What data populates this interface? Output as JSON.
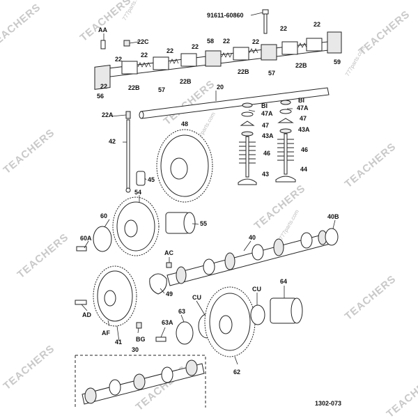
{
  "header_part_number": "91611-60860",
  "diagram_code": "1302-073",
  "watermark_text": "TEACHERS",
  "watermark_url": "777parts.com",
  "labels": {
    "aa": "AA",
    "l22c": "22C",
    "l22_1": "22",
    "l22_2": "22",
    "l22_3": "22",
    "l22_4": "22",
    "l22_5": "22",
    "l22_6": "22",
    "l22_7": "22",
    "l22_8": "22",
    "l22_9": "22",
    "l58": "58",
    "l22b_1": "22B",
    "l22b_2": "22B",
    "l22b_3": "22B",
    "l22b_4": "22B",
    "l56": "56",
    "l57_1": "57",
    "l57_2": "57",
    "l59": "59",
    "l20": "20",
    "bi_1": "BI",
    "bi_2": "BI",
    "l47a_1": "47A",
    "l47a_2": "47A",
    "l47_1": "47",
    "l47_2": "47",
    "l43a_1": "43A",
    "l43a_2": "43A",
    "l46_1": "46",
    "l46_2": "46",
    "l43": "43",
    "l44": "44",
    "l22a": "22A",
    "l42": "42",
    "l48": "48",
    "l45": "45",
    "l54": "54",
    "l60": "60",
    "l55": "55",
    "l40b": "40B",
    "l40": "40",
    "l60a": "60A",
    "ac": "AC",
    "l49": "49",
    "l64": "64",
    "cu_1": "CU",
    "cu_2": "CU",
    "l63": "63",
    "ad": "AD",
    "l63a": "63A",
    "af": "AF",
    "bg": "BG",
    "l41": "41",
    "l62": "62",
    "l30": "30"
  },
  "icons": [
    "bolt-icon",
    "gear-icon",
    "camshaft-icon",
    "rocker-shaft-icon",
    "valve-spring-icon",
    "valve-icon",
    "pushrod-icon"
  ]
}
